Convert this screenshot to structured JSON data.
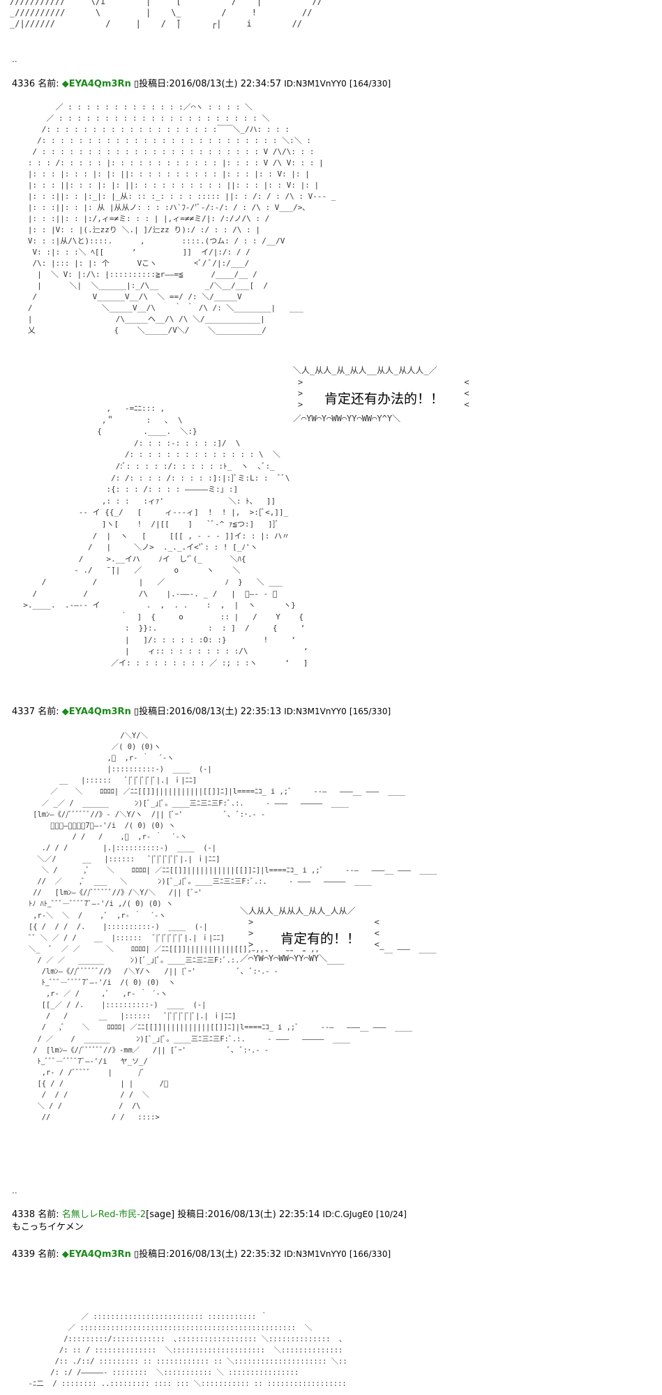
{
  "fragment_top": "///////////     \\/i        |     [          /    |          //\n_//////////      \\         |    \\_        /     !         //\n_/|//////          /     |    /  ̄|      ┌|     i        //",
  "dots": "..",
  "posts": [
    {
      "num": "4336",
      "name_label": "名前:",
      "trip": "◆EYA4Qm3Rn",
      "mail_glyph": "▯",
      "date_label": "投稿日:",
      "date": "2016/08/13(土) 22:34:57",
      "id": "ID:N3M1VnYY0",
      "count": "[164/330]"
    },
    {
      "num": "4337",
      "name_label": "名前:",
      "trip": "◆EYA4Qm3Rn",
      "mail_glyph": "▯",
      "date_label": "投稿日:",
      "date": "2016/08/13(土) 22:35:13",
      "id": "ID:N3M1VnYY0",
      "count": "[165/330]"
    },
    {
      "num": "4338",
      "name_label": "名前:",
      "anon_name": "名無しレRed-市民-2",
      "sage": "[sage]",
      "date_label": "投稿日:",
      "date": "2016/08/13(土) 22:35:14",
      "id": "ID:C.GJugE0",
      "count": "[10/24]",
      "body": "もこっちイケメン"
    },
    {
      "num": "4339",
      "name_label": "名前:",
      "trip": "◆EYA4Qm3Rn",
      "mail_glyph": "▯",
      "date_label": "投稿日:",
      "date": "2016/08/13(土) 22:35:32",
      "id": "ID:N3M1VnYY0",
      "count": "[166/330]"
    }
  ],
  "bubble1": {
    "top": "＼人_从人_从_从人__从人_从人人_／",
    "side": ">                                <\n>                                <\n>                                <",
    "bottom": "／⌒YW⌒Y⌒WW⌒YY⌒WW⌒Y^Y＼",
    "text": "肯定还有办法的！！"
  },
  "bubble2": {
    "top": "＼人从人_从从人_从人_人从／",
    "side": ">                        <\n>                        <\n>                        <",
    "bottom": "／⌒YW⌒Y⌒WW⌒YY⌒WY＼",
    "text": "肯定有的！！"
  },
  "aa_girl_head": "         ／ : : : : : : : : : : : : :／⌒ヽ : : : : ＼\n       ／ : : : : : : : : : : : : : : : : : : : : : : ＼\n      /: : : : : : : : : : : : : : : : : : :￣￣＼_/ハ: : : :\n     /: : : : : : : : : : : : : : : : : : : : : : : : : : ＼:＼ :\n    / : : : : : : : : : : : : : : : : : : : : : : : : V /\\/\\: : :\n   : : : /: : : : : |: : : : : : : : : : : : |: : : : V /\\ V: : : |\n   |: : : |: : : |: |: ||: : : : : : : : : : |: : : |: : V: |: |\n   |: : : ||: : : |: |: ||: : : : : : : : : : ||: : : |: : V: |: |\n   |: : :||: : |:_|: |_从: :: :_: : : : ::::: ||: : /: / : /\\ : V--- _\n   |: : :||: : |: 从 |从从ノ: : : :ハ`ﾌ‐/'ﾞ‐/:‐/: / : /\\ : V___/>､\n   |: : :||: : |:/,ィ=≠ミ: : : | |,ィ=≠≠ミ/|: /:/ノ/\\ : /\n   |: : |V: : |(.辷zzり ＼.| ]/辷zz り):/ :/ : : /\\ : |\n   V: : :|从/\\と)::::.      ,        ::::.(つム: / : : /__/V\n    V: :|: : :＼ ﾍ[[      ‘          ]]  イ/|:/: / /\n    /\\: |::: |: |: 个      Vこヽ        <ﾞ/ ﾞ/|:/___/\n     |  ＼ V: |:/\\: |::::::::::≧r――=≦      /____/__ /\n     |      ＼|  ＼______|:_/\\__          _/＼__/___[  /\n    /            V______V__/\\  ＼ ==/ /: ＼/_____V\n   /               ＼_____V__/\\    ｀ ｀ /\\ /: ＼________|   ___\n   |                  /\\_____ヘ__/\\ /\\ ＼/____________|\n   乂                 {    ＼_____/V＼/    ＼__________/",
  "aa_girl_body": "                    ,   -=ﾆﾆ::: ,\n                   ,＂       :   ､  \\\n                  {         .____.  ＼:}\n                          /: : : :-: : : : :]/  \\\n                        /: : : : : : : : : : : : : : \\  ＼\n                      /:ﾞ: : : : :/: : : : : :ﾄ_  ヽ  ､ﾞ:_\n                     /: /: : : : /: : : : :]:|:]ﾞミ:L: :  ﾞﾞ\\\n                    :{: : : /: : : : ―――――ミ:｣ :]\n                   ,: : :   :ィｧ'              ＼: ﾄ、  ]]\n              -‐ イ {{_/   [     ィ--‐ィ]  !  ! |,  >:[ﾞ<,]]_\n                   ]ヽ[    !  /|[[    ]   `ﾞ‐^ ｧ≦つ:]   ]]ﾞ\n                 /  |  ヽ   [     [[[ , - ‐ - ]]イ: : |: ハ〃\n                /   |     ＼ノ>  ._._.イ<'ﾞ: : ! [_ﾉ'ヽ\n              /     >.__イハ    ﾉイ  し'ﾞ(_      ＼ﾊ{\n             ‐ ./   ̄ ̄||   ／       o      ヽ    ＼\n      /          /         |   ／             ﾉ  }   ＼ ___\n    /          /           /\\    |.-――-. _ /   |  ﾞ―‐ ‐ ＜\n  >.____.  .‐―‐‐ イ          .  ,  . .    :  ,  |  ヽ      ヽ}\n                       ｀  ]  {     o        :: |   /    Y    {\n                        :  }}:.           :  : ]  /     {     ‘\n                        |   ]/: : : : : :O: :}        !     ‘\n                        |    ィ:: : : : : : : : :/\\            ‘\n                     ／イ: : : : : : : : : ／ :; : :ヽ      ‘   ]",
  "aa_guns": "                         /＼Y/＼\n                       ／( 0) (0)ヽ\n                      ,ﾞ  ,r‐ ｀  ´‐ヽ\n                      |::::::::::-)  ____  (-|\n           __   |::::::   ﾞ|ﾞ|ﾞ|ﾞ|ﾞ|ﾞ|.| ｉ|ﾆﾆ]\n         ／    ＼    ﾛﾛﾛﾛ| ／ﾆﾆ[[]]|||||||||||[[]]ﾆ]|l====ﾆｺ_ i ,;ﾞ     ‐‐―   ―――__ ―――  ____\n       ／ _／ /  ______      ﾝ)[ﾞ_｣[ﾟ。____三ﾆ三ﾆ三F:ﾞ.:.     ‐ ―――   ―――――  ____\n     [lmﾝ―《//ﾞﾞﾞﾞﾞﾞ//》‐ /＼Y/ヽ  /|| [ﾞｰ'          ﾞ、 ﾞ:･.‐ -\n         ﾞﾞﾞ―ﾞﾞﾞﾞ7ﾞ―‐'/i  /( 0) (0) ヽ\n              / /   /    ,ﾞ  ,r‐ ｀  ´‐ヽ\n       ./ / /        |.|::::::::::-)  ____  (-|\n      ＼／/      __   |::::::   ﾞ|ﾞ|ﾞ|ﾞ|ﾞ|ﾞ|.| ｉ|ﾆﾆ]\n       ＼ /      ,ﾞ    ＼    ﾛﾛﾛﾛ| ／ﾆﾆ[[]]|||||||||||[[]]ﾆ]|l====ﾆｺ_ i ,;ﾞ     ‐‐―   ―――__ ―――  ____\n      //  ／    ,ﾞ  ___   ＼       ﾝ)[ﾞ_｣[ﾟ。____三ﾆ三ﾆ三F:ﾞ.:.     ‐ ―――   ―――――  ____\n     //   [lmﾝ―《//ﾞﾞﾞﾞﾞﾞ//》/＼Y/＼   /|| [ﾞｰ'\n    ﾄﾉ ﾊﾄ_ﾞﾞﾞ―ﾞﾞﾞﾞ7ﾞ―‐'/i ,/( 0) (0) ヽ\n     ,r‐＼  ＼  /    ,ﾞ  ,r‐ ｀  ´‐ヽ\n    [{ /  / /  /.    |::::::::::-)  ____  (-|\n    ﾞﾞ ＼ ／ / /    __  |::::::   ﾞ|ﾞ|ﾞ|ﾞ|ﾞ|ﾞ|.| ｉ|ﾆﾆ]\n    ＼_  ﾟ  ／ ／      ＼    ﾛﾛﾛﾛ| ／ﾆﾆ[[]]|||||||||||[[]]ﾆ]|l====ﾆｺ_ i ,;ﾞ     ‐‐―   ―――__ ―――  ____\n      / ／ ／   ______      ﾝ)[ﾞ_｣[ﾟ。____三ﾆ三ﾆ三F:ﾞ.:.     ‐ ―――   ―――――  ____\n       /lmﾝ―《//ﾞﾞﾞﾞﾞﾞ//》  /＼Y/ヽ   /|| [ﾞｰ'          ﾞ、 ﾞ:･.‐ -\n       ﾄ_ﾞﾞﾞ―ﾞﾞﾞﾞ7ﾞ―‐'/i  /( 0) (0)  ヽ\n        ,r‐ ／ /     ,ﾞ   ,r‐ ｀ ´‐ヽ\n       [[_／ / /.    |::::::::::-)  ____  (-|\n        /   /       __   |::::::   ﾞ|ﾞ|ﾞ|ﾞ|ﾞ|ﾞ|.| ｉ|ﾆﾆ]\n       /   ,ﾞ    ＼    ﾛﾛﾛﾛ| ／ﾆﾆ[[]]|||||||||||[[]]ﾆ]|l====ﾆｺ_ i ,;ﾞ     ‐‐―   ―――__ ―――  ____\n      / ／    /  ______      ﾝ)[ﾞ_｣[ﾟ。____三ﾆ三ﾆ三F:ﾞ.:.     ‐ ―――   ―――――  ____\n     /  [lmﾝ―《//ﾞﾞﾞﾞﾞﾞ//》‐mm／   /|| [ﾞｰ'          ﾞ、 ﾞ:･.‐ -\n      ﾄ_ﾞﾞﾞ―ﾞﾞﾞﾞ7ﾞ―‐'/i   ヤ_ソ_/\n       ,r‐ / /ﾞﾞﾞﾞﾞ    |      /ﾞ\n      [{ / /             | |      /ﾞ\n       /  / /            / /  ＼\n      ＼ / /             /  /\\\n       //              / /   ::::>",
  "aa_bottom": "              ／ ::::::::::::::::::::::::: ::::::::::: ｀\n           ／ :::::::::::::::::::::::::::::::::::::::::::::::::  ＼\n          /:::::::::/::::::::::::  ､:::::::::::::::::: ＼::::::::::::::  ､\n         /: :: / ::::::::::::::  ＼:::::::::::::::::::::  ＼::::::::::::::\n        /:: ./::/ ::::::::: :: :::::::::::: :: ＼::::::::::::::::::::: ＼::\n       /: :/ /―――――- ::::::::  ＼::::::::::: ＼ ::::::::::::::::\n  -ﾆ二  / :::::::: ..::::::::: :::: ::: ＼::::::::::: :: ::::::::::::::::::"
}
